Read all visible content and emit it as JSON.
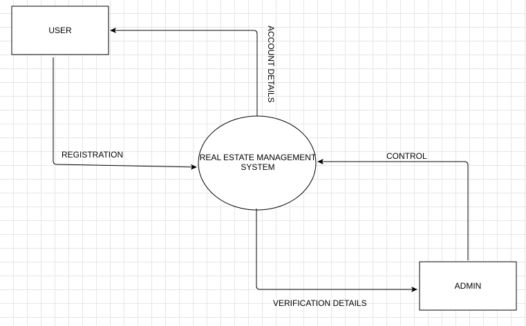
{
  "diagram": {
    "nodes": {
      "user": "USER",
      "system": "REAL ESTATE MANAGEMENT SYSTEM",
      "admin": "ADMIN"
    },
    "edges": {
      "registration": "REGISTRATION",
      "account_details": "ACCOUNT DETAILS",
      "control": "CONTROL",
      "verification_details": "VERIFICATION DETAILS"
    },
    "colors": {
      "stroke": "#000000",
      "background": "#ffffff",
      "grid": "#e6e6e6"
    }
  }
}
